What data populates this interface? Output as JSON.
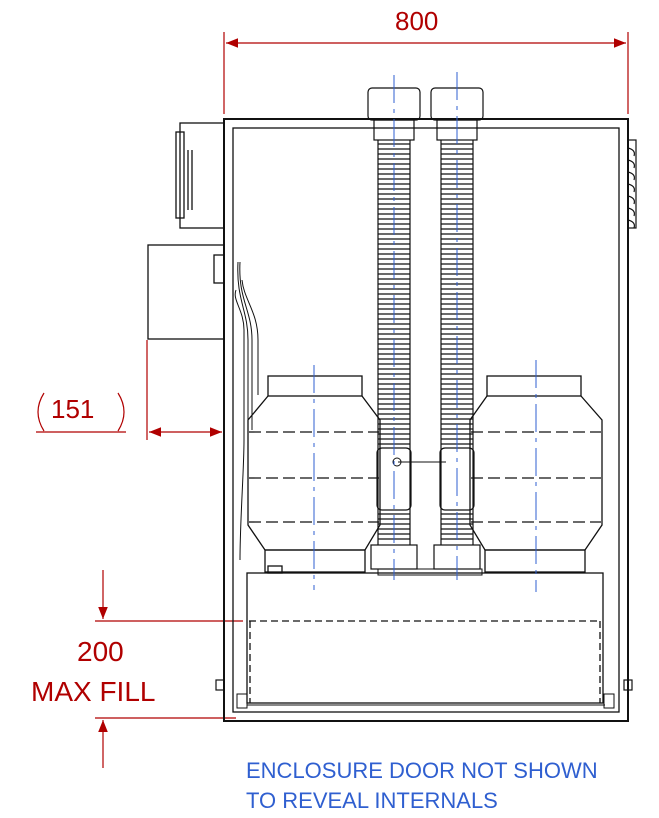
{
  "dimensions": {
    "overall_width": "800",
    "offset": "151",
    "max_fill_value": "200",
    "max_fill_label": "MAX FILL"
  },
  "note": {
    "line1": "ENCLOSURE DOOR NOT SHOWN",
    "line2": "TO REVEAL INTERNALS"
  },
  "colors": {
    "dimension": "#b00000",
    "centerline": "#2f5fd0",
    "outline": "#111111"
  }
}
